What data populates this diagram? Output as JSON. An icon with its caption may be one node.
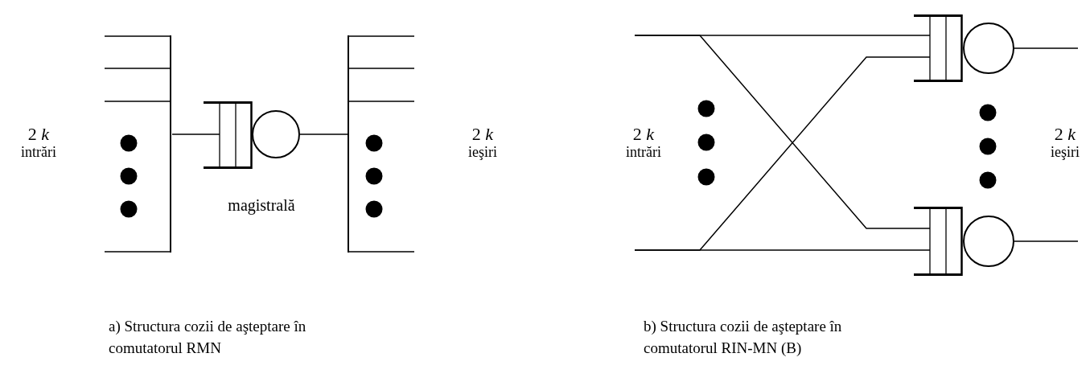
{
  "diagram": {
    "nodes": [
      {
        "text": [],
        "shape": "bar"
      },
      {
        "text": [],
        "shape": "box"
      },
      {
        "text": [],
        "shape": "circle"
      },
      {
        "text": [],
        "shape": "bar"
      },
      {
        "text": [],
        "shape": "box"
      },
      {
        "text": [],
        "shape": "circle"
      },
      {
        "text": [],
        "shape": "box"
      },
      {
        "text": [],
        "shape": "circle"
      }
    ],
    "edges": [
      {
        "from": 0,
        "to": 1,
        "arrow": "none"
      },
      {
        "from": 2,
        "to": 3,
        "arrow": "none"
      },
      {
        "from": null,
        "to": 4,
        "arrow": "none"
      },
      {
        "from": null,
        "to": 6,
        "arrow": "none"
      },
      {
        "from": null,
        "to": 4,
        "arrow": "none"
      },
      {
        "from": null,
        "to": 6,
        "arrow": "none"
      },
      {
        "from": 5,
        "to": null,
        "arrow": "none"
      },
      {
        "from": 7,
        "to": null,
        "arrow": "none"
      }
    ],
    "labels": [
      "2 *k*",
      "intrări",
      "2 *k*",
      "ieşiri",
      "magistrală",
      "2 *k*",
      "intrări",
      "2 *k*",
      "ieşiri",
      "a) Structura cozii de aşteptare în comutatorul RMN",
      "b) Structura cozii de aşteptare în comutatorul RIN-MN (B)"
    ]
  }
}
